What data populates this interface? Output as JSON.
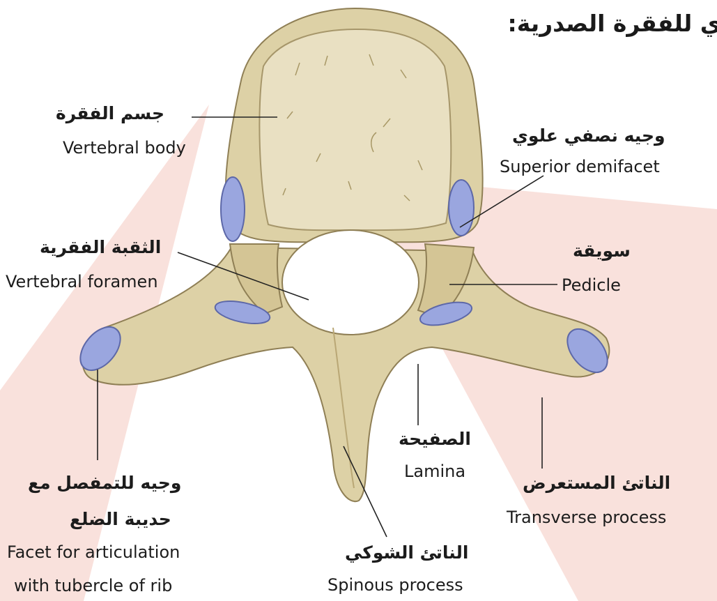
{
  "title": "ي للفقرة الصدرية:",
  "colors": {
    "bone": "#ddd1a6",
    "bone_edge": "#8f7f55",
    "facet": "#9aa6df",
    "watermark": "#f6d7d2",
    "leader": "#222222"
  },
  "labels": {
    "vertebral_body": {
      "ar": "جسم الفقرة",
      "en": "Vertebral body"
    },
    "superior_demifacet": {
      "ar": "وجيه نصفي علوي",
      "en": "Superior demifacet"
    },
    "vertebral_foramen": {
      "ar": "الثقبة الفقرية",
      "en": "Vertebral foramen"
    },
    "pedicle": {
      "ar": "سويقة",
      "en": "Pedicle"
    },
    "lamina": {
      "ar": "الصفيحة",
      "en": "Lamina"
    },
    "transverse_process": {
      "ar": "الناتئ المستعرض",
      "en": "Transverse process"
    },
    "rib_facet": {
      "ar_line1": "وجيه للتمفصل مع",
      "ar_line2": "حديبة الضلع",
      "en_line1": "Facet for articulation",
      "en_line2": "with tubercle of rib"
    },
    "spinous_process": {
      "ar": "الناتئ الشوكي",
      "en": "Spinous process"
    }
  }
}
